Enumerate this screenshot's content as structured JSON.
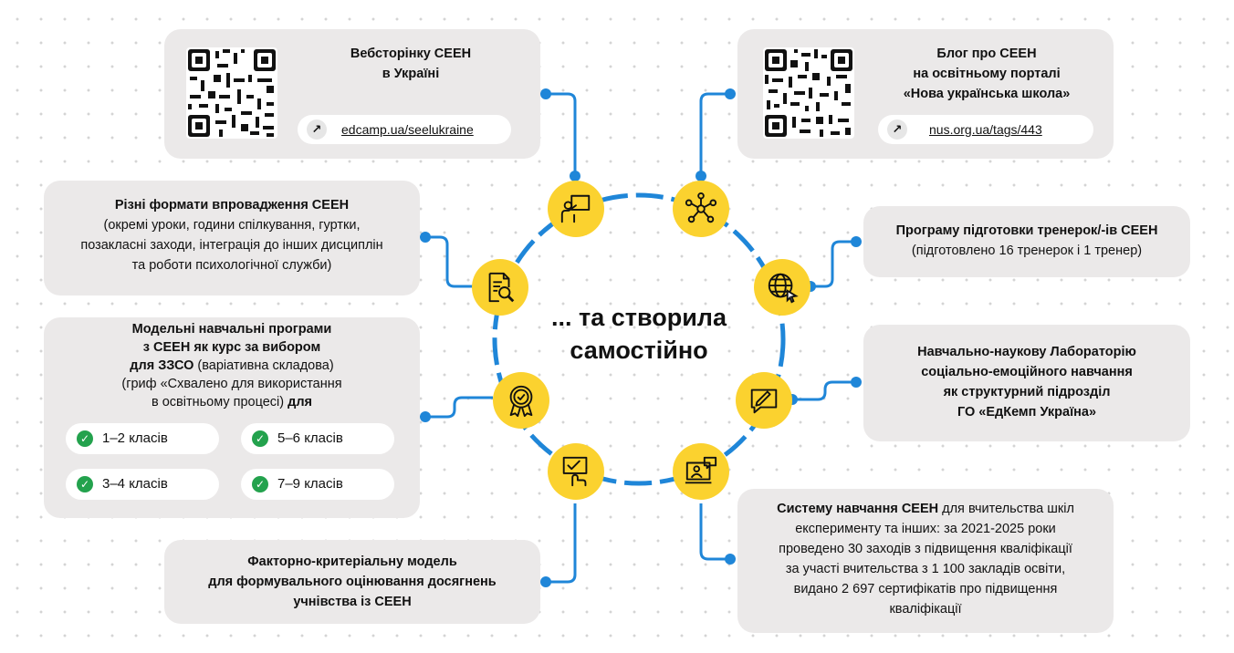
{
  "center": {
    "line1": "... та створила",
    "line2": "самостійно"
  },
  "cards": {
    "webstore": {
      "title_line1": "Вебсторінку СЕЕН",
      "title_line2": "в Україні",
      "link": "edcamp.ua/seelukraine"
    },
    "blog": {
      "title_line1": "Блог про СЕЕН",
      "title_line2": "на освітньому порталі",
      "title_line3": "«Нова українська школа»",
      "link": "nus.org.ua/tags/443"
    },
    "formats": {
      "title": "Різні формати впровадження СЕЕН",
      "line1": "(окремі уроки, години спілкування, гуртки,",
      "line2": "позакласні заходи, інтеграція до інших дисциплін",
      "line3": "та роботи психологічної служби)"
    },
    "trainers": {
      "title": "Програму підготовки тренерок/-ів СЕЕН",
      "subtitle": "(підготовлено 16 тренерок і 1 тренер)"
    },
    "programs": {
      "line1": "Модельні навчальні програми",
      "line2": "з СЕЕН як курс за вибором",
      "line3_bold": "для ЗЗСО",
      "line3_rest": " (варіативна складова)",
      "line4": "(гриф «Схвалено для використання",
      "line5_regular": "в освітньому процесі) ",
      "line5_bold": "для",
      "grades": [
        "1–2 класів",
        "5–6 класів",
        "3–4 класів",
        "7–9 класів"
      ]
    },
    "lab": {
      "line1": "Навчально-наукову Лабораторію",
      "line2": "соціально-емоційного навчання",
      "line3": "як структурний підрозділ",
      "line4": "ГО «ЕдКемп Україна»"
    },
    "model": {
      "line1": "Факторно-критеріальну модель",
      "line2": "для формувального оцінювання досягнень",
      "line3": "учнівства із СЕЕН"
    },
    "system": {
      "line1_bold": "Систему навчання СЕЕН",
      "line1_rest": " для вчительства шкіл",
      "line2": "експерименту та інших: за 2021-2025 роки",
      "line3": "проведено 30 заходів з підвищення кваліфікації",
      "line4": "за участі вчительства з 1 100 закладів освіти,",
      "line5": "видано 2 697 сертифікатів про підвищення",
      "line6": "кваліфікації"
    }
  },
  "icons": [
    "presentation-icon",
    "network-icon",
    "globe-cursor-icon",
    "chat-pen-icon",
    "video-call-icon",
    "checklist-icon",
    "award-badge-icon",
    "document-search-icon"
  ],
  "colors": {
    "accent_blue": "#1f86d8",
    "icon_yellow": "#fbd22f",
    "card_bg": "#ebe9e9",
    "check_green": "#23a24d"
  }
}
